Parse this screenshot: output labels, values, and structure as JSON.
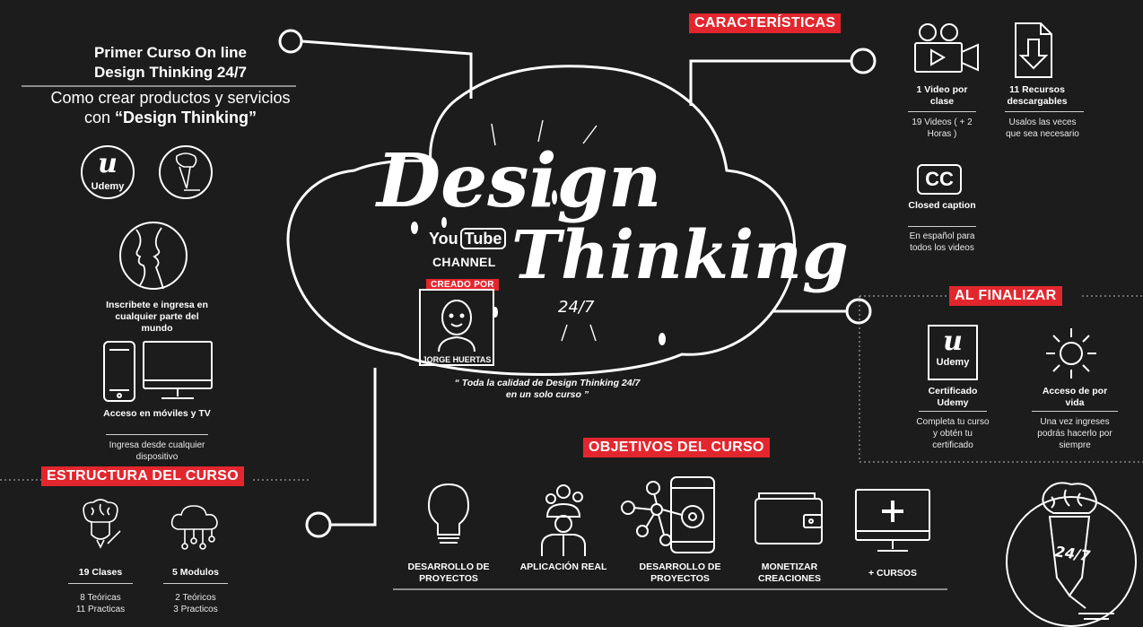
{
  "course": {
    "title_line1": "Primer Curso On line",
    "title_line2": "Design Thinking 24/7",
    "subtitle_line1": "Como crear productos y servicios",
    "subtitle_line2_prefix": "con ",
    "subtitle_line2_bold": "“Design Thinking”"
  },
  "left_column": {
    "udemy_label": "Udemy",
    "udemy_letter": "u",
    "inscribe_text": "Inscribete e ingresa en cualquier parte del mundo",
    "access_title": "Acceso en móviles y TV",
    "access_desc": "Ingresa desde cualquier dispositivo"
  },
  "center": {
    "logo_word1": "Design",
    "logo_word2": "Thinking",
    "logo_sub": "24/7",
    "youtube_left": "You",
    "youtube_right": "Tube",
    "channel": "CHANNEL",
    "created_by": "CREADO POR",
    "author": "JORGE HUERTAS",
    "quote_line1": "“ Toda la calidad de Design Thinking 24/7",
    "quote_line2": "en un solo curso ”"
  },
  "caracteristicas": {
    "tag": "CARACTERÍSTICAS",
    "items": [
      {
        "title": "1 Video por clase",
        "desc": "19 Videos ( + 2 Horas )",
        "icon": "video-camera-icon"
      },
      {
        "title": "11 Recursos descargables",
        "desc": "Usalos las veces que sea necesario",
        "icon": "download-file-icon"
      },
      {
        "title": "Closed caption",
        "desc": "En español para todos los videos",
        "icon": "closed-caption-icon",
        "badge": "CC"
      }
    ]
  },
  "al_finalizar": {
    "tag": "AL FINALIZAR",
    "items": [
      {
        "title": "Certificado Udemy",
        "desc": "Completa tu curso y obtén tu certificado",
        "icon": "udemy-certificate-icon",
        "badge_letter": "u",
        "badge_label": "Udemy"
      },
      {
        "title": "Acceso de por vida",
        "desc": "Una vez ingreses podrás hacerlo por siempre",
        "icon": "sun-icon"
      }
    ]
  },
  "objetivos": {
    "tag": "OBJETIVOS DEL CURSO",
    "items": [
      {
        "title": "DESARROLLO DE PROYECTOS",
        "icon": "lightbulb-icon"
      },
      {
        "title": "APLICACIÓN REAL",
        "icon": "worker-gears-icon"
      },
      {
        "title": "DESARROLLO DE PROYECTOS",
        "icon": "phone-network-icon"
      },
      {
        "title": "MONETIZAR CREACIONES",
        "icon": "wallet-icon"
      },
      {
        "title": "+ CURSOS",
        "icon": "monitor-plus-icon"
      }
    ]
  },
  "estructura": {
    "tag": "ESTRUCTURA DEL CURSO",
    "items": [
      {
        "title": "19 Clases",
        "desc1": "8 Teóricas",
        "desc2": "11 Practicas",
        "icon": "brain-pencil-icon"
      },
      {
        "title": "5 Modulos",
        "desc1": "2 Teóricos",
        "desc2": "3 Practicos",
        "icon": "cloud-network-icon"
      }
    ]
  },
  "badge_24_7": "24/7",
  "colors": {
    "background": "#1c1c1c",
    "accent_red": "#e3262e",
    "line": "#ffffff"
  }
}
